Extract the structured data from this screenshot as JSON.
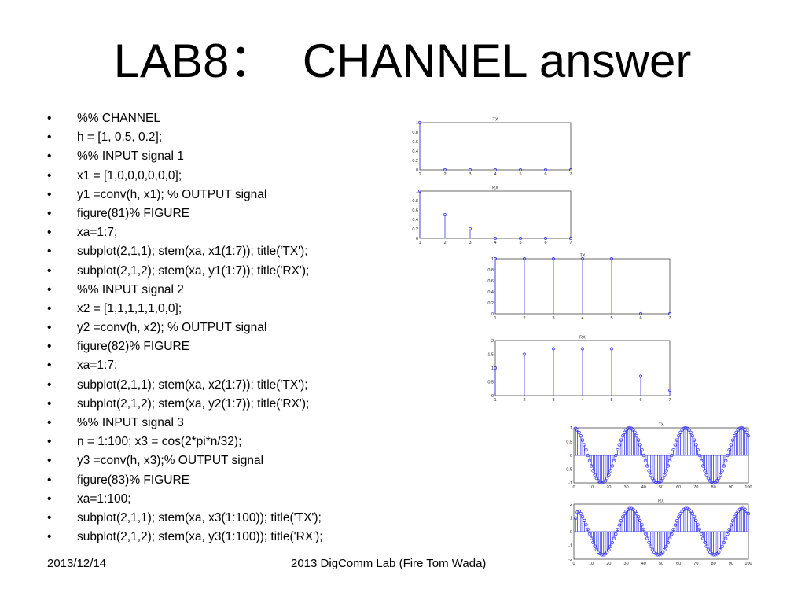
{
  "slide": {
    "title": "LAB8：  CHANNEL answer",
    "bullet_char": "•",
    "bullets": [
      "%% CHANNEL",
      "h = [1, 0.5, 0.2];",
      "%% INPUT signal 1",
      "x1 = [1,0,0,0,0,0,0];",
      "y1 =conv(h, x1); % OUTPUT signal",
      "figure(81)% FIGURE",
      "xa=1:7;",
      "subplot(2,1,1); stem(xa, x1(1:7)); title('TX');",
      "subplot(2,1,2); stem(xa, y1(1:7)); title('RX');",
      "%% INPUT signal 2",
      "x2 = [1,1,1,1,1,0,0];",
      "y2 =conv(h, x2); % OUTPUT signal",
      "figure(82)% FIGURE",
      "xa=1:7;",
      "subplot(2,1,1); stem(xa, x2(1:7)); title('TX');",
      "subplot(2,1,2); stem(xa, y2(1:7)); title('RX');",
      "%% INPUT signal 3",
      "n = 1:100; x3 = cos(2*pi*n/32);",
      "y3 =conv(h, x3);% OUTPUT signal",
      "figure(83)% FIGURE",
      "xa=1:100;",
      "subplot(2,1,1); stem(xa, x3(1:100)); title('TX');",
      "subplot(2,1,2); stem(xa, y3(1:100)); title('RX');"
    ],
    "footer_date": "2013/12/14",
    "footer_center": "2013 DigComm Lab (Fire Tom Wada)"
  },
  "colors": {
    "stem": "#3a3af0",
    "axes": "#444444"
  },
  "chart_data": [
    {
      "id": "fig81-tx",
      "type": "stem",
      "title": "TX",
      "x": [
        1,
        2,
        3,
        4,
        5,
        6,
        7
      ],
      "y": [
        1,
        0,
        0,
        0,
        0,
        0,
        0
      ],
      "xlim": [
        1,
        7
      ],
      "ylim": [
        0,
        1
      ],
      "yticks": [
        "0",
        "0.2",
        "0.4",
        "0.6",
        "0.8",
        "1"
      ],
      "xticks": [
        "1",
        "2",
        "3",
        "4",
        "5",
        "6",
        "7"
      ]
    },
    {
      "id": "fig81-rx",
      "type": "stem",
      "title": "RX",
      "x": [
        1,
        2,
        3,
        4,
        5,
        6,
        7
      ],
      "y": [
        1,
        0.5,
        0.2,
        0,
        0,
        0,
        0
      ],
      "xlim": [
        1,
        7
      ],
      "ylim": [
        0,
        1
      ],
      "yticks": [
        "0",
        "0.2",
        "0.4",
        "0.6",
        "0.8",
        "1"
      ],
      "xticks": [
        "1",
        "2",
        "3",
        "4",
        "5",
        "6",
        "7"
      ]
    },
    {
      "id": "fig82-tx",
      "type": "stem",
      "title": "TX",
      "x": [
        1,
        2,
        3,
        4,
        5,
        6,
        7
      ],
      "y": [
        1,
        1,
        1,
        1,
        1,
        0,
        0
      ],
      "xlim": [
        1,
        7
      ],
      "ylim": [
        0,
        1
      ],
      "yticks": [
        "0",
        "0.2",
        "0.4",
        "0.6",
        "0.8",
        "1"
      ],
      "xticks": [
        "1",
        "2",
        "3",
        "4",
        "5",
        "6",
        "7"
      ]
    },
    {
      "id": "fig82-rx",
      "type": "stem",
      "title": "RX",
      "x": [
        1,
        2,
        3,
        4,
        5,
        6,
        7
      ],
      "y": [
        1,
        1.5,
        1.7,
        1.7,
        1.7,
        0.7,
        0.2
      ],
      "xlim": [
        1,
        7
      ],
      "ylim": [
        0,
        2
      ],
      "yticks": [
        "0",
        "0.5",
        "1",
        "1.5",
        "2"
      ],
      "xticks": [
        "1",
        "2",
        "3",
        "4",
        "5",
        "6",
        "7"
      ]
    },
    {
      "id": "fig83-tx",
      "type": "stem",
      "title": "TX",
      "signal": "x3",
      "n_start": 1,
      "n_end": 100,
      "period": 32,
      "xlim": [
        0,
        100
      ],
      "ylim": [
        -1,
        1
      ],
      "yticks": [
        "-1",
        "-0.5",
        "0",
        "0.5",
        "1"
      ],
      "xticks": [
        "0",
        "10",
        "20",
        "30",
        "40",
        "50",
        "60",
        "70",
        "80",
        "90",
        "100"
      ]
    },
    {
      "id": "fig83-rx",
      "type": "stem",
      "title": "RX",
      "signal": "y3",
      "h": [
        1,
        0.5,
        0.2
      ],
      "n_start": 1,
      "n_end": 100,
      "period": 32,
      "xlim": [
        0,
        100
      ],
      "ylim": [
        -2,
        2
      ],
      "yticks": [
        "-2",
        "-1",
        "0",
        "1",
        "2"
      ],
      "xticks": [
        "0",
        "10",
        "20",
        "30",
        "40",
        "50",
        "60",
        "70",
        "80",
        "90",
        "100"
      ]
    }
  ]
}
